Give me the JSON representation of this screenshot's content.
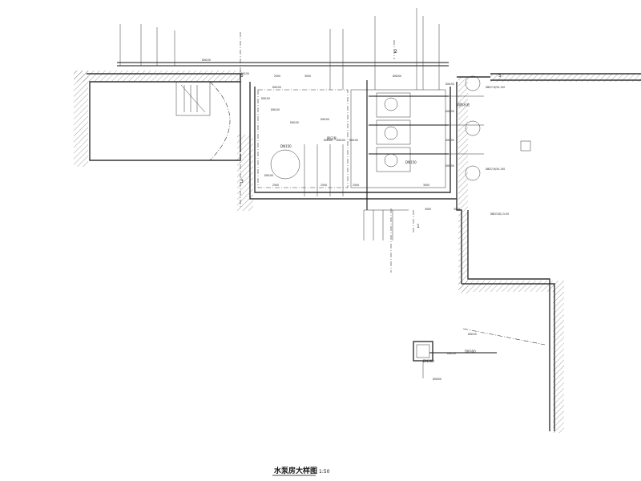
{
  "drawing": {
    "title": "水泵房大样图",
    "scale": "1:50"
  },
  "grid_labels": [
    "1",
    "2",
    "3",
    "5",
    "5"
  ],
  "pipe_labels": [
    "DN150",
    "DN150",
    "DN150",
    "DN100",
    "DN100",
    "DN100",
    "DN100",
    "DN100",
    "DN100",
    "DN100",
    "DN200",
    "DN150",
    "DN150",
    "DN150",
    "DN150",
    "DN150",
    "DN150"
  ],
  "dimensions": [
    "2500",
    "2500",
    "2500",
    "3000",
    "2500",
    "3000",
    "3000",
    "3000"
  ],
  "equipment_labels": [
    "稳压泵",
    "消防水池",
    "DN150",
    "DN150",
    "DN300",
    "DN300"
  ],
  "notes": [
    "XBD7.6/30-150",
    "XBD7.6/30-150",
    "XBD3.8/1.5-50",
    "DN150",
    "DN300"
  ]
}
